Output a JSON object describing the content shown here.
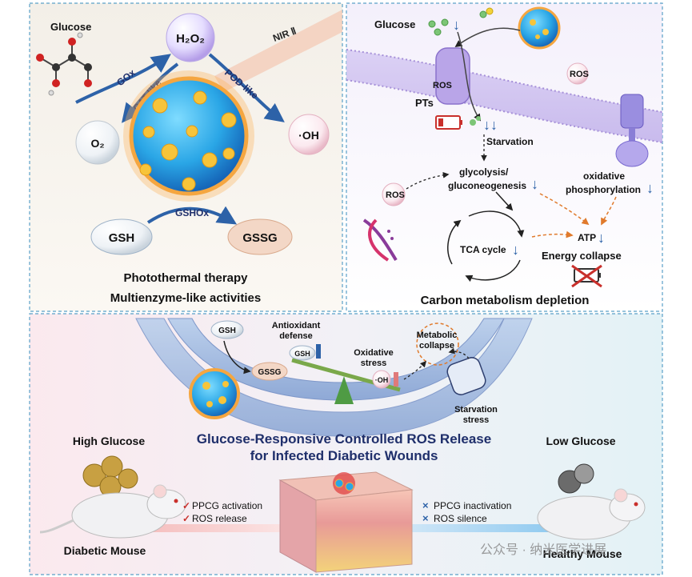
{
  "panel_a": {
    "glucose": "Glucose",
    "h2o2": "H₂O₂",
    "o2": "O₂",
    "oh": "·OH",
    "nir": "NIR Ⅱ",
    "gox": "GOx",
    "cat": "CAT-like",
    "pod": "POD-like",
    "gsh": "GSH",
    "gssg": "GSSG",
    "gshox": "GSHOx",
    "caption1": "Photothermal therapy",
    "caption2": "Multienzyme-like activities"
  },
  "panel_b": {
    "glucose": "Glucose",
    "ros1": "ROS",
    "ros2": "ROS",
    "ros3": "ROS",
    "pts": "PTs",
    "starvation": "Starvation",
    "glyco1": "glycolysis/",
    "glyco2": "gluconeogenesis",
    "oxphos1": "oxidative",
    "oxphos2": "phosphorylation",
    "tca": "TCA cycle",
    "atp": "ATP",
    "energy": "Energy collapse",
    "caption": "Carbon metabolism depletion"
  },
  "panel_c": {
    "gsh": "GSH",
    "gssg": "GSSG",
    "antioxidant1": "Antioxidant",
    "antioxidant2": "defense",
    "gsh_small": "GSH",
    "oxidative1": "Oxidative",
    "oxidative2": "stress",
    "oh": "·OH",
    "metabolic1": "Metabolic",
    "metabolic2": "collapse",
    "starv1": "Starvation",
    "starv2": "stress",
    "title1": "Glucose-Responsive Controlled ROS Release",
    "title2": "for Infected Diabetic Wounds",
    "high": "High Glucose",
    "low": "Low Glucose",
    "diabetic": "Diabetic Mouse",
    "healthy": "Healthy Mouse",
    "left1": "PPCG activation",
    "left2": "ROS release",
    "right1": "PPCG inactivation",
    "right2": "ROS silence",
    "check": "✓",
    "cross": "×",
    "watermark": "公众号 · 纳米医学进展"
  },
  "colors": {
    "navy": "#1f2f6b",
    "arrow_blue": "#2d62a8",
    "orange_dash": "#e07a2c",
    "red": "#c9302c",
    "panel_border": "#5aa0c8"
  }
}
